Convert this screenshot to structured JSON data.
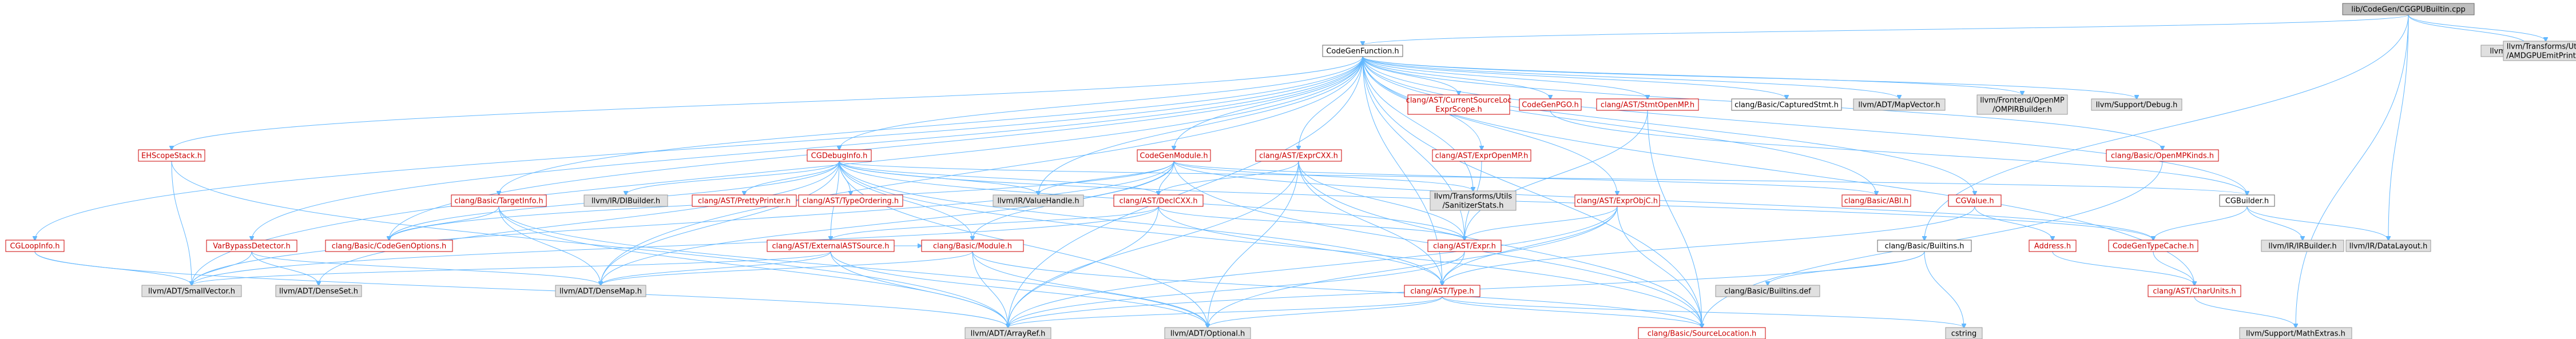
{
  "colors": {
    "edge": "#63b8ff",
    "documented_text": "#cc0000",
    "root_fill": "#bfbfbf",
    "external_fill": "#e0e0e0"
  },
  "nodes": [
    {
      "id": "root",
      "lines": [
        "lib/CodeGen/CGGPUBuiltin.cpp"
      ],
      "kind": "root"
    },
    {
      "id": "cgf",
      "lines": [
        "CodeGenFunction.h"
      ],
      "kind": "plain"
    },
    {
      "id": "irinstr",
      "lines": [
        "llvm/IR/Instruction.h"
      ],
      "kind": "ext"
    },
    {
      "id": "amdgpu",
      "lines": [
        "llvm/Transforms/Utils",
        "/AMDGPUEmitPrintf.h"
      ],
      "kind": "ext"
    },
    {
      "id": "cgloopinfo",
      "lines": [
        "CGLoopInfo.h"
      ],
      "kind": "doc"
    },
    {
      "id": "ehscope",
      "lines": [
        "EHScopeStack.h"
      ],
      "kind": "doc"
    },
    {
      "id": "varbypass",
      "lines": [
        "VarBypassDetector.h"
      ],
      "kind": "doc"
    },
    {
      "id": "cgdebug",
      "lines": [
        "CGDebugInfo.h"
      ],
      "kind": "doc"
    },
    {
      "id": "curloc",
      "lines": [
        "clang/AST/CurrentSourceLoc",
        "ExprScope.h"
      ],
      "kind": "doc"
    },
    {
      "id": "cgpgo",
      "lines": [
        "CodeGenPGO.h"
      ],
      "kind": "doc"
    },
    {
      "id": "stmtomp",
      "lines": [
        "clang/AST/StmtOpenMP.h"
      ],
      "kind": "doc"
    },
    {
      "id": "captured",
      "lines": [
        "clang/Basic/CapturedStmt.h"
      ],
      "kind": "plain"
    },
    {
      "id": "mapvector",
      "lines": [
        "llvm/ADT/MapVector.h"
      ],
      "kind": "ext"
    },
    {
      "id": "ompbuilder",
      "lines": [
        "llvm/Frontend/OpenMP",
        "/OMPIRBuilder.h"
      ],
      "kind": "ext"
    },
    {
      "id": "debug",
      "lines": [
        "llvm/Support/Debug.h"
      ],
      "kind": "ext"
    },
    {
      "id": "cgmodule",
      "lines": [
        "CodeGenModule.h"
      ],
      "kind": "doc"
    },
    {
      "id": "exprcxx",
      "lines": [
        "clang/AST/ExprCXX.h"
      ],
      "kind": "doc"
    },
    {
      "id": "exprompp",
      "lines": [
        "clang/AST/ExprOpenMP.h"
      ],
      "kind": "doc"
    },
    {
      "id": "openmpkinds",
      "lines": [
        "clang/Basic/OpenMPKinds.h"
      ],
      "kind": "doc"
    },
    {
      "id": "targetinfo",
      "lines": [
        "clang/Basic/TargetInfo.h"
      ],
      "kind": "doc"
    },
    {
      "id": "dibuilder",
      "lines": [
        "llvm/IR/DIBuilder.h"
      ],
      "kind": "ext"
    },
    {
      "id": "prettyprinter",
      "lines": [
        "clang/AST/PrettyPrinter.h"
      ],
      "kind": "doc"
    },
    {
      "id": "typeordering",
      "lines": [
        "clang/AST/TypeOrdering.h"
      ],
      "kind": "doc"
    },
    {
      "id": "valuehandle",
      "lines": [
        "llvm/IR/ValueHandle.h"
      ],
      "kind": "ext"
    },
    {
      "id": "declcxx",
      "lines": [
        "clang/AST/DeclCXX.h"
      ],
      "kind": "doc"
    },
    {
      "id": "sanitizer",
      "lines": [
        "llvm/Transforms/Utils",
        "/SanitizerStats.h"
      ],
      "kind": "ext"
    },
    {
      "id": "exprobjc",
      "lines": [
        "clang/AST/ExprObjC.h"
      ],
      "kind": "doc"
    },
    {
      "id": "abi",
      "lines": [
        "clang/Basic/ABI.h"
      ],
      "kind": "doc"
    },
    {
      "id": "cgvalue",
      "lines": [
        "CGValue.h"
      ],
      "kind": "doc"
    },
    {
      "id": "cgbuilder",
      "lines": [
        "CGBuilder.h"
      ],
      "kind": "plain"
    },
    {
      "id": "cgoptions",
      "lines": [
        "clang/Basic/CodeGenOptions.h"
      ],
      "kind": "doc"
    },
    {
      "id": "extsource",
      "lines": [
        "clang/AST/ExternalASTSource.h"
      ],
      "kind": "doc"
    },
    {
      "id": "module",
      "lines": [
        "clang/Basic/Module.h"
      ],
      "kind": "doc"
    },
    {
      "id": "expr",
      "lines": [
        "clang/AST/Expr.h"
      ],
      "kind": "doc"
    },
    {
      "id": "builtins",
      "lines": [
        "clang/Basic/Builtins.h"
      ],
      "kind": "plain"
    },
    {
      "id": "address",
      "lines": [
        "Address.h"
      ],
      "kind": "doc"
    },
    {
      "id": "typecache",
      "lines": [
        "CodeGenTypeCache.h"
      ],
      "kind": "doc"
    },
    {
      "id": "irbuilder",
      "lines": [
        "llvm/IR/IRBuilder.h"
      ],
      "kind": "ext"
    },
    {
      "id": "datalayout",
      "lines": [
        "llvm/IR/DataLayout.h"
      ],
      "kind": "ext"
    },
    {
      "id": "smallvector",
      "lines": [
        "llvm/ADT/SmallVector.h"
      ],
      "kind": "ext"
    },
    {
      "id": "denseset",
      "lines": [
        "llvm/ADT/DenseSet.h"
      ],
      "kind": "ext"
    },
    {
      "id": "densemap",
      "lines": [
        "llvm/ADT/DenseMap.h"
      ],
      "kind": "ext"
    },
    {
      "id": "type",
      "lines": [
        "clang/AST/Type.h"
      ],
      "kind": "doc"
    },
    {
      "id": "builtinsdef",
      "lines": [
        "clang/Basic/Builtins.def"
      ],
      "kind": "ext"
    },
    {
      "id": "charunits",
      "lines": [
        "clang/AST/CharUnits.h"
      ],
      "kind": "doc"
    },
    {
      "id": "arrayref",
      "lines": [
        "llvm/ADT/ArrayRef.h"
      ],
      "kind": "ext"
    },
    {
      "id": "optional",
      "lines": [
        "llvm/ADT/Optional.h"
      ],
      "kind": "ext"
    },
    {
      "id": "sourceloc",
      "lines": [
        "clang/Basic/SourceLocation.h"
      ],
      "kind": "doc"
    },
    {
      "id": "cstring",
      "lines": [
        "cstring"
      ],
      "kind": "ext"
    },
    {
      "id": "mathextras",
      "lines": [
        "llvm/Support/MathExtras.h"
      ],
      "kind": "ext"
    }
  ],
  "edges": [
    [
      "root",
      "cgf"
    ],
    [
      "root",
      "irinstr"
    ],
    [
      "root",
      "amdgpu"
    ],
    [
      "root",
      "builtins"
    ],
    [
      "root",
      "datalayout"
    ],
    [
      "root",
      "mathextras"
    ],
    [
      "cgf",
      "cgloopinfo"
    ],
    [
      "cgf",
      "ehscope"
    ],
    [
      "cgf",
      "varbypass"
    ],
    [
      "cgf",
      "cgdebug"
    ],
    [
      "cgf",
      "curloc"
    ],
    [
      "cgf",
      "cgpgo"
    ],
    [
      "cgf",
      "stmtomp"
    ],
    [
      "cgf",
      "captured"
    ],
    [
      "cgf",
      "mapvector"
    ],
    [
      "cgf",
      "ompbuilder"
    ],
    [
      "cgf",
      "debug"
    ],
    [
      "cgf",
      "cgmodule"
    ],
    [
      "cgf",
      "exprcxx"
    ],
    [
      "cgf",
      "exprompp"
    ],
    [
      "cgf",
      "openmpkinds"
    ],
    [
      "cgf",
      "targetinfo"
    ],
    [
      "cgf",
      "valuehandle"
    ],
    [
      "cgf",
      "sanitizer"
    ],
    [
      "cgf",
      "exprobjc"
    ],
    [
      "cgf",
      "abi"
    ],
    [
      "cgf",
      "cgvalue"
    ],
    [
      "cgf",
      "cgbuilder"
    ],
    [
      "cgf",
      "cgoptions"
    ],
    [
      "cgf",
      "expr"
    ],
    [
      "cgf",
      "smallvector"
    ],
    [
      "cgf",
      "densemap"
    ],
    [
      "cgf",
      "type"
    ],
    [
      "cgf",
      "charunits"
    ],
    [
      "cgf",
      "arrayref"
    ],
    [
      "cgf",
      "sourceloc"
    ],
    [
      "cgloopinfo",
      "smallvector"
    ],
    [
      "cgloopinfo",
      "arrayref"
    ],
    [
      "ehscope",
      "smallvector"
    ],
    [
      "ehscope",
      "arrayref"
    ],
    [
      "varbypass",
      "smallvector"
    ],
    [
      "varbypass",
      "denseset"
    ],
    [
      "varbypass",
      "densemap"
    ],
    [
      "cgdebug",
      "dibuilder"
    ],
    [
      "cgdebug",
      "prettyprinter"
    ],
    [
      "cgdebug",
      "typeordering"
    ],
    [
      "cgdebug",
      "valuehandle"
    ],
    [
      "cgdebug",
      "declcxx"
    ],
    [
      "cgdebug",
      "cgbuilder"
    ],
    [
      "cgdebug",
      "cgoptions"
    ],
    [
      "cgdebug",
      "extsource"
    ],
    [
      "cgdebug",
      "module"
    ],
    [
      "cgdebug",
      "expr"
    ],
    [
      "cgdebug",
      "densemap"
    ],
    [
      "cgdebug",
      "denseset"
    ],
    [
      "cgdebug",
      "type"
    ],
    [
      "cgdebug",
      "optional"
    ],
    [
      "cgdebug",
      "sourceloc"
    ],
    [
      "cgdebug",
      "typecache"
    ],
    [
      "cgpgo",
      "cgbuilder"
    ],
    [
      "stmtomp",
      "expr"
    ],
    [
      "stmtomp",
      "sourceloc"
    ],
    [
      "cgmodule",
      "valuehandle"
    ],
    [
      "cgmodule",
      "declcxx"
    ],
    [
      "cgmodule",
      "sanitizer"
    ],
    [
      "cgmodule",
      "abi"
    ],
    [
      "cgmodule",
      "typecache"
    ],
    [
      "cgmodule",
      "cgoptions"
    ],
    [
      "cgmodule",
      "module"
    ],
    [
      "cgmodule",
      "densemap"
    ],
    [
      "cgmodule",
      "smallvector"
    ],
    [
      "cgmodule",
      "sourceloc"
    ],
    [
      "exprcxx",
      "declcxx"
    ],
    [
      "exprcxx",
      "expr"
    ],
    [
      "exprcxx",
      "type"
    ],
    [
      "exprcxx",
      "arrayref"
    ],
    [
      "exprcxx",
      "optional"
    ],
    [
      "exprcxx",
      "sourceloc"
    ],
    [
      "exprompp",
      "expr"
    ],
    [
      "openmpkinds",
      "sourceloc"
    ],
    [
      "targetinfo",
      "cgoptions"
    ],
    [
      "targetinfo",
      "densemap"
    ],
    [
      "targetinfo",
      "arrayref"
    ],
    [
      "targetinfo",
      "optional"
    ],
    [
      "declcxx",
      "extsource"
    ],
    [
      "declcxx",
      "expr"
    ],
    [
      "declcxx",
      "type"
    ],
    [
      "declcxx",
      "arrayref"
    ],
    [
      "declcxx",
      "smallvector"
    ],
    [
      "exprobjc",
      "expr"
    ],
    [
      "exprobjc",
      "type"
    ],
    [
      "exprobjc",
      "sourceloc"
    ],
    [
      "exprobjc",
      "arrayref"
    ],
    [
      "exprobjc",
      "optional"
    ],
    [
      "cgvalue",
      "address"
    ],
    [
      "cgvalue",
      "type"
    ],
    [
      "cgbuilder",
      "typecache"
    ],
    [
      "cgbuilder",
      "irbuilder"
    ],
    [
      "cgbuilder",
      "datalayout"
    ],
    [
      "extsource",
      "module"
    ],
    [
      "extsource",
      "smallvector"
    ],
    [
      "extsource",
      "densemap"
    ],
    [
      "extsource",
      "arrayref"
    ],
    [
      "extsource",
      "optional"
    ],
    [
      "module",
      "densemap"
    ],
    [
      "module",
      "arrayref"
    ],
    [
      "module",
      "optional"
    ],
    [
      "module",
      "sourceloc"
    ],
    [
      "expr",
      "type"
    ],
    [
      "expr",
      "arrayref"
    ],
    [
      "builtins",
      "builtinsdef"
    ],
    [
      "builtins",
      "cstring"
    ],
    [
      "builtins",
      "arrayref"
    ],
    [
      "address",
      "charunits"
    ],
    [
      "typecache",
      "charunits"
    ],
    [
      "type",
      "arrayref"
    ],
    [
      "type",
      "optional"
    ],
    [
      "type",
      "sourceloc"
    ],
    [
      "type",
      "cstring"
    ],
    [
      "charunits",
      "mathextras"
    ]
  ]
}
